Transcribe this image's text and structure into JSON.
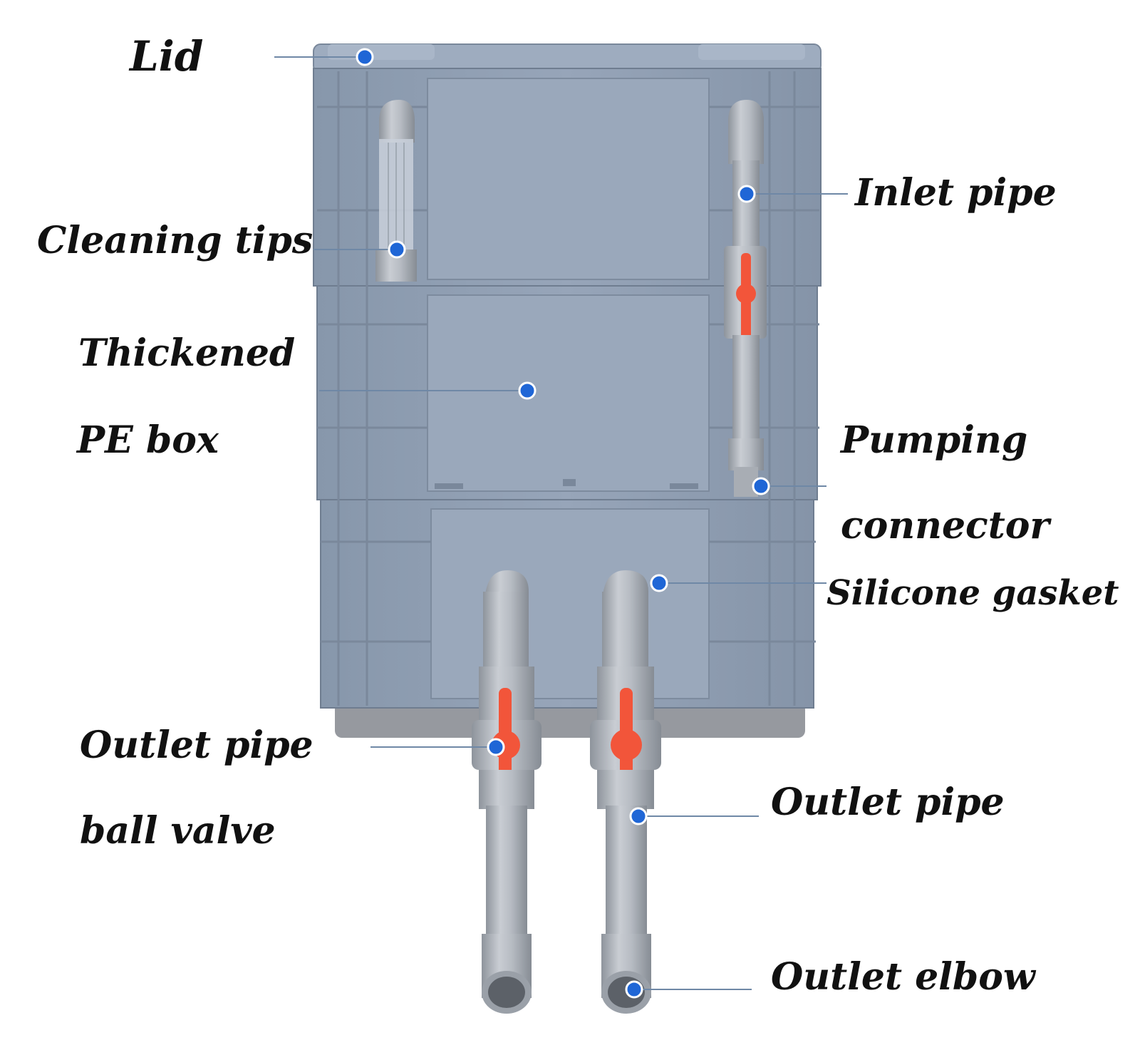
{
  "colors": {
    "box": "#8f9eb2",
    "box_panel": "#97a5b9",
    "box_dark": "#6f7d90",
    "pipe": "#b7bcc3",
    "pipe_dark": "#8e949c",
    "valve": "#f2553a",
    "marker": "#1f66d6",
    "leader": "#6f88a6"
  },
  "labels": {
    "lid": "Lid",
    "cleaning_tips": "Cleaning tips",
    "thickened_line1": "Thickened",
    "thickened_line2": "PE box",
    "inlet_pipe": "Inlet pipe",
    "pumping_line1": "Pumping",
    "pumping_line2": "connector",
    "silicone_gasket": "Silicone gasket",
    "outlet_valve_line1": "Outlet pipe",
    "outlet_valve_line2": "ball valve",
    "outlet_pipe": "Outlet pipe",
    "outlet_elbow": "Outlet elbow"
  }
}
